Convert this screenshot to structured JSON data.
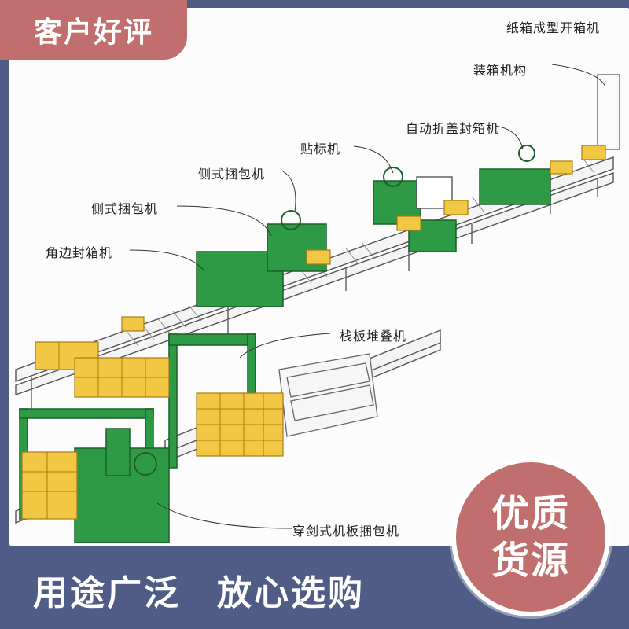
{
  "top_tag": {
    "text": "客户好评"
  },
  "labels": {
    "carton_forming": "纸箱成型开箱机",
    "packing_mechanism": "装箱机构",
    "auto_fold_sealer": "自动折盖封箱机",
    "labeler": "贴标机",
    "side_strapper_1": "侧式捆包机",
    "side_strapper_2": "侧式捆包机",
    "corner_sealer": "角边封箱机",
    "pallet_stacker": "栈板堆叠机",
    "through_pallet_strapper": "穿剑式机板捆包机"
  },
  "badge": {
    "line1": "优质",
    "line2": "货源"
  },
  "slogan": {
    "part1": "用途广泛",
    "part2": "放心选购"
  },
  "colors": {
    "background": "#4f5c86",
    "accent": "#c16f6e",
    "machine_green": "#2f9a45",
    "box_yellow": "#f2c744"
  }
}
